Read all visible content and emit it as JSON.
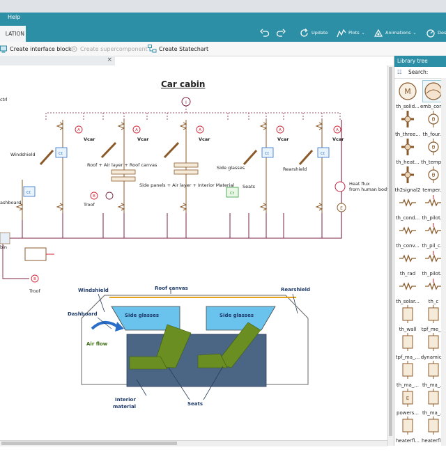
{
  "menu": {
    "help": "Help"
  },
  "ribbon": {
    "active_tab": "LATION",
    "update_label": "Update",
    "plots_label": "Plots",
    "animations_label": "Animations",
    "design_label": "Des"
  },
  "toolbar": {
    "create_interface_block": "Create interface block",
    "create_supercomponent": "Create supercomponent",
    "create_statechart": "Create Statechart"
  },
  "doc_tab": {
    "close": "×"
  },
  "sketch": {
    "title": "Car cabin",
    "labels": {
      "ctrl": "ctrl",
      "vcar": "Vcar",
      "windshield": "Windshield",
      "roof": "Roof + Air layer + Roof canvas",
      "side_panels": "Side panels + Air layer + Interior Material",
      "side_glasses": "Side glasses",
      "rearshield": "Rearshield",
      "seats": "Seats",
      "heat_flux": "Heat flux",
      "from_human": "from human body",
      "dashboard": "ashboard",
      "troof": "Troof",
      "cabin": "bin"
    },
    "ports": {
      "ct": "Ct",
      "a": "A",
      "b": "B",
      "e": "E",
      "i": "I"
    }
  },
  "diagram": {
    "roof_canvas": "Roof canvas",
    "windshield": "Windshield",
    "rearshield": "Rearshield",
    "dashboard": "Dashboard",
    "side_glasses": "Side glasses",
    "air_flow": "Air flow",
    "interior_material_1": "Interior",
    "interior_material_2": "material",
    "seats": "Seats"
  },
  "library": {
    "header": "Library tree",
    "search_label": "Search:",
    "items": [
      {
        "label": "th_solid...",
        "icon": "solid-icon"
      },
      {
        "label": "emb_cond...",
        "icon": "embedded-conduction-icon"
      },
      {
        "label": "th_three...",
        "icon": "three-port-icon"
      },
      {
        "label": "th_four...",
        "icon": "four-port-icon"
      },
      {
        "label": "th_heat...",
        "icon": "heat-source-icon"
      },
      {
        "label": "th_temp...",
        "icon": "temperature-source-icon"
      },
      {
        "label": "th2signal2",
        "icon": "thermal-to-signal-icon"
      },
      {
        "label": "temper...",
        "icon": "temperature-sensor-icon"
      },
      {
        "label": "th_cond...",
        "icon": "conduction-icon"
      },
      {
        "label": "th_pilot...",
        "icon": "piloted-conduction-icon"
      },
      {
        "label": "th_conv...",
        "icon": "convection-icon"
      },
      {
        "label": "th_pil_c...",
        "icon": "piloted-convection-icon"
      },
      {
        "label": "th_rad",
        "icon": "radiation-icon"
      },
      {
        "label": "th_pilot...",
        "icon": "piloted-radiation-icon"
      },
      {
        "label": "th_solar...",
        "icon": "solar-icon"
      },
      {
        "label": "th_c",
        "icon": "thermal-capacity-icon"
      },
      {
        "label": "th_wall",
        "icon": "wall-icon"
      },
      {
        "label": "tpf_me_...",
        "icon": "tpf-me-icon"
      },
      {
        "label": "tpf_ma_...",
        "icon": "tpf-ma-icon"
      },
      {
        "label": "dynamic...",
        "icon": "dynamic-icon"
      },
      {
        "label": "th_ma_...",
        "icon": "thermal-mass-icon"
      },
      {
        "label": "th_ma_...",
        "icon": "thermal-mass-2-icon"
      },
      {
        "label": "powers...",
        "icon": "power-source-icon"
      },
      {
        "label": "th_ma_...",
        "icon": "thermal-mass-3-icon"
      },
      {
        "label": "heaterfl...",
        "icon": "heater-flow-icon"
      },
      {
        "label": "heaterfl...",
        "icon": "heater-flow-2-icon"
      }
    ]
  },
  "colors": {
    "accent": "#2d8fa6",
    "component": "#8a5a2b",
    "wire": "#7a2040",
    "ctrl_red": "#d02030",
    "signal_blue": "#2a6ec8",
    "green_seat": "#6b8e23",
    "glass_blue": "#69c3ec",
    "interior_fill": "#4b6584"
  }
}
